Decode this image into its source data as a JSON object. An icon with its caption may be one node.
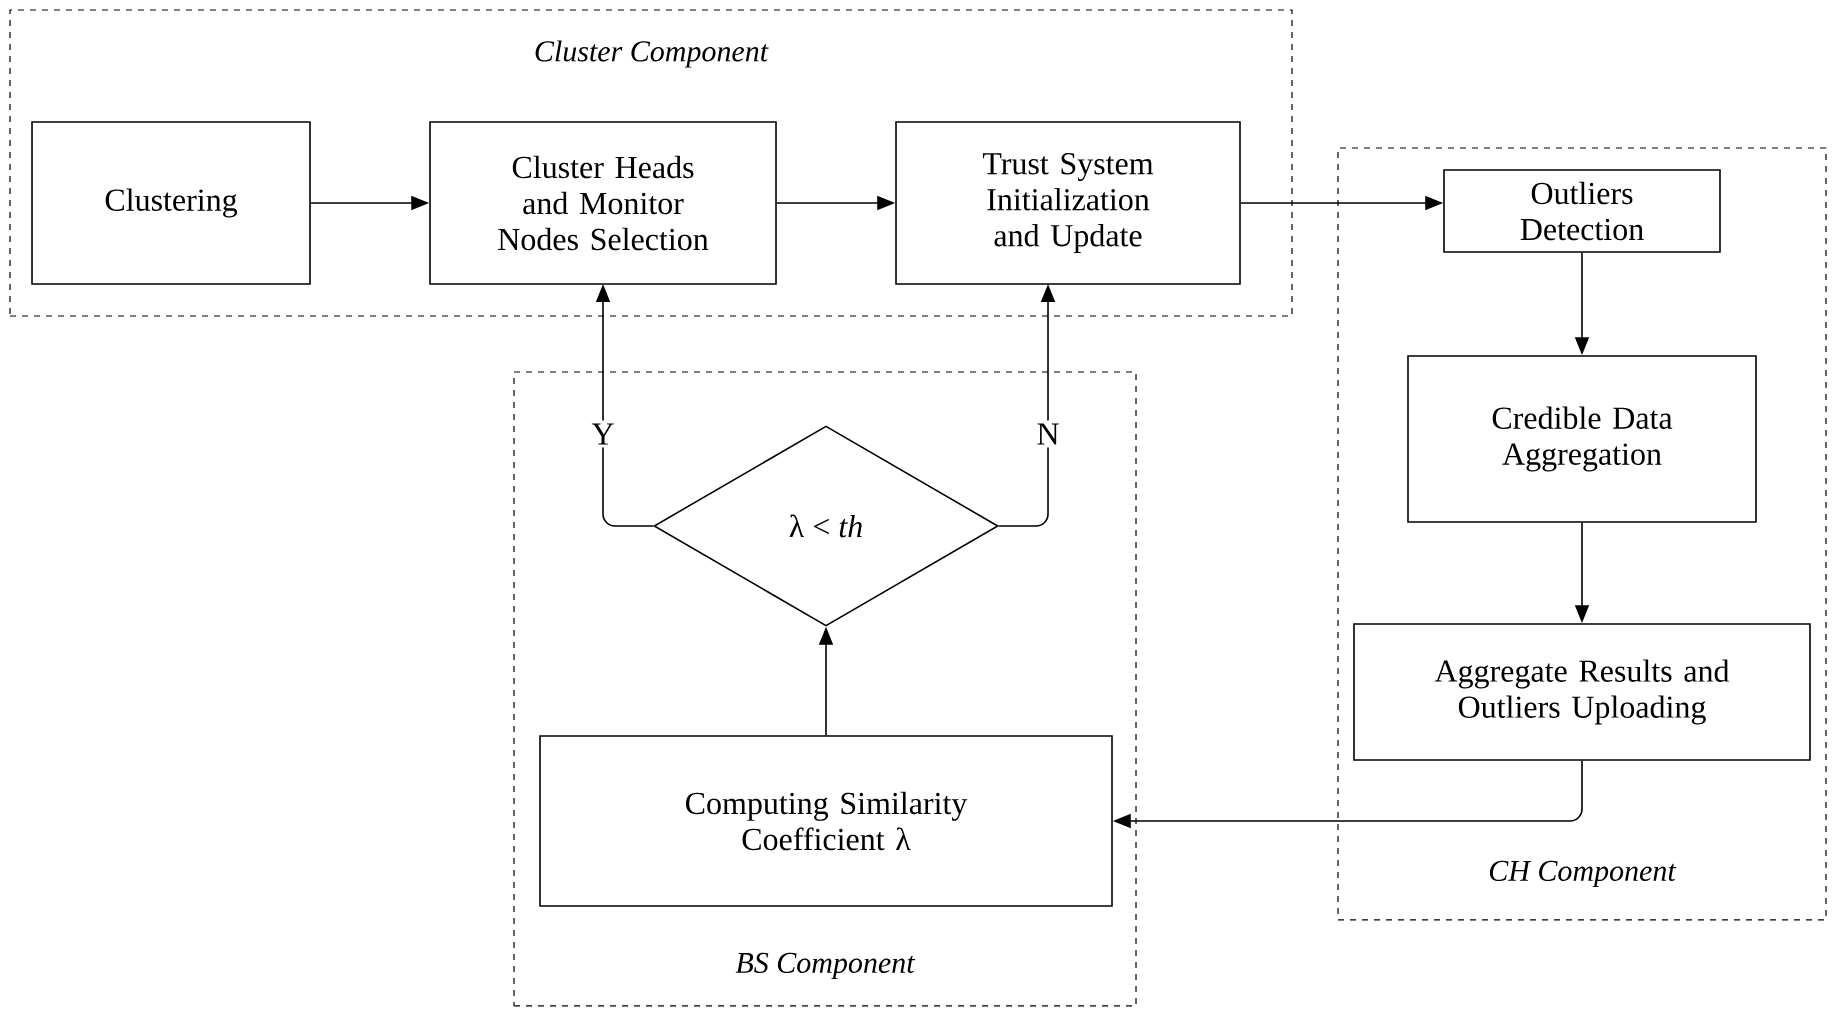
{
  "diagram": {
    "nodes": [
      {
        "text": [
          "Cluster Component"
        ]
      },
      {
        "text": [
          "Clustering"
        ],
        "in": 0
      },
      {
        "text": [
          "Cluster Heads and Monitor Nodes Selection"
        ],
        "in": 0
      },
      {
        "text": [
          "Trust System Initialization and Update"
        ],
        "in": 0
      },
      {
        "text": [
          "CH Component"
        ]
      },
      {
        "text": [
          "Outliers Detection"
        ],
        "in": 4
      },
      {
        "text": [
          "Credible Data Aggregation"
        ],
        "in": 4
      },
      {
        "text": [
          "Aggregate Results and Outliers Uploading"
        ],
        "in": 4
      },
      {
        "text": [
          "BS Component"
        ]
      },
      {
        "text": [
          "λ < *th*"
        ],
        "in": 8
      },
      {
        "text": [
          "Computing Similarity Coefficient  λ"
        ],
        "in": 8
      }
    ],
    "edges": [
      {
        "from": 1,
        "to": 2,
        "arrow": "to"
      },
      {
        "from": 2,
        "to": 3,
        "arrow": "to"
      },
      {
        "from": 3,
        "to": 5,
        "arrow": "to"
      },
      {
        "from": 5,
        "to": 6,
        "arrow": "to"
      },
      {
        "from": 6,
        "to": 7,
        "arrow": "to"
      },
      {
        "from": 7,
        "to": 10,
        "arrow": "to"
      },
      {
        "from": 10,
        "to": 9,
        "arrow": "to"
      },
      {
        "from": 9,
        "to": 2,
        "arrow": "to",
        "label": "Y"
      },
      {
        "from": 9,
        "to": 3,
        "arrow": "to",
        "label": "N"
      }
    ]
  }
}
